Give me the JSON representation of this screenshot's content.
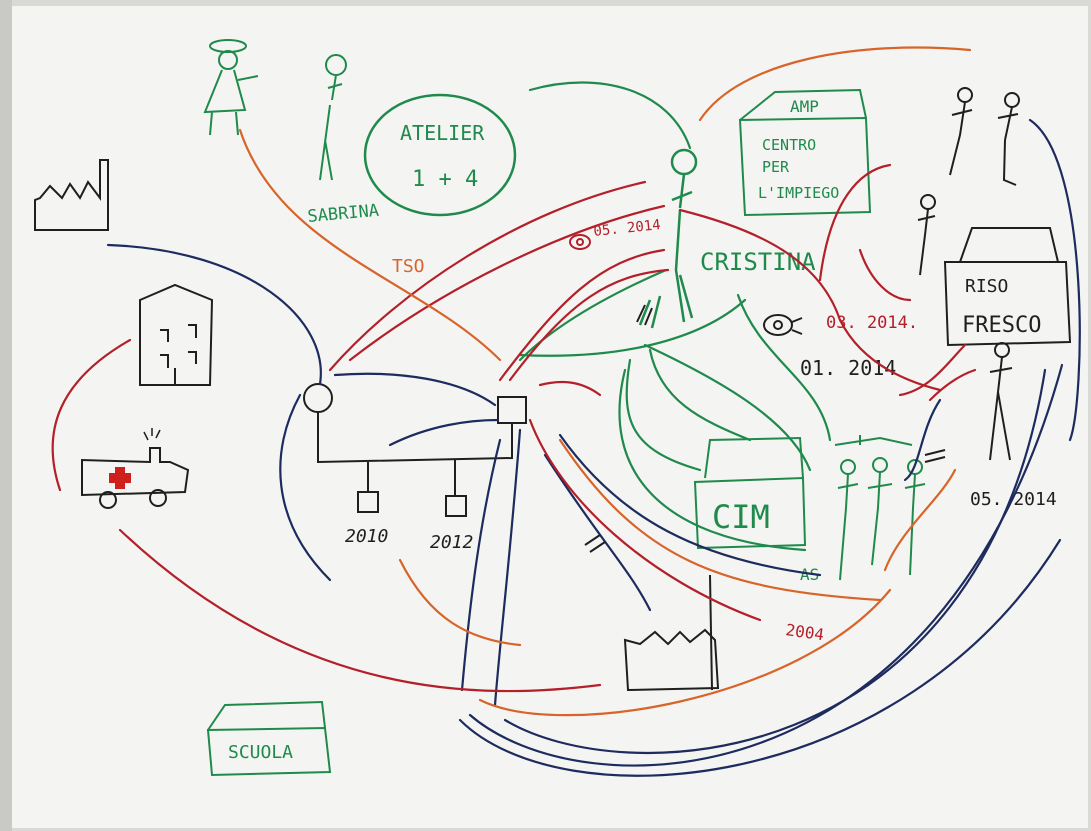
{
  "labels": {
    "atelier_line1": "ATELIER",
    "atelier_line2": "1 + 4",
    "sabrina": "SABRINA",
    "tso": "TSO",
    "amp": "AMP",
    "centro_line1": "CENTRO",
    "centro_line2": "PER",
    "centro_line3": "L'IMPIEGO",
    "cristina": "CRISTINA",
    "date_cristina": "05. 2014",
    "riso_line1": "RISO",
    "riso_line2": "FRESCO",
    "date_riso": "03. 2014.",
    "date_phone": "01. 2014",
    "cim": "CIM",
    "date_right": "05. 2014",
    "as": "AS",
    "year_2010": "2010",
    "year_2012": "2012",
    "year_2004": "2004",
    "scuola": "SCUOLA"
  },
  "colors": {
    "paper": "#f4f4f2",
    "black": "#1f1f1f",
    "navy": "#1d2b5e",
    "green": "#1f8a4c",
    "red": "#b3202a",
    "orange": "#d8642a",
    "ambulance_cross": "#d0201e"
  }
}
